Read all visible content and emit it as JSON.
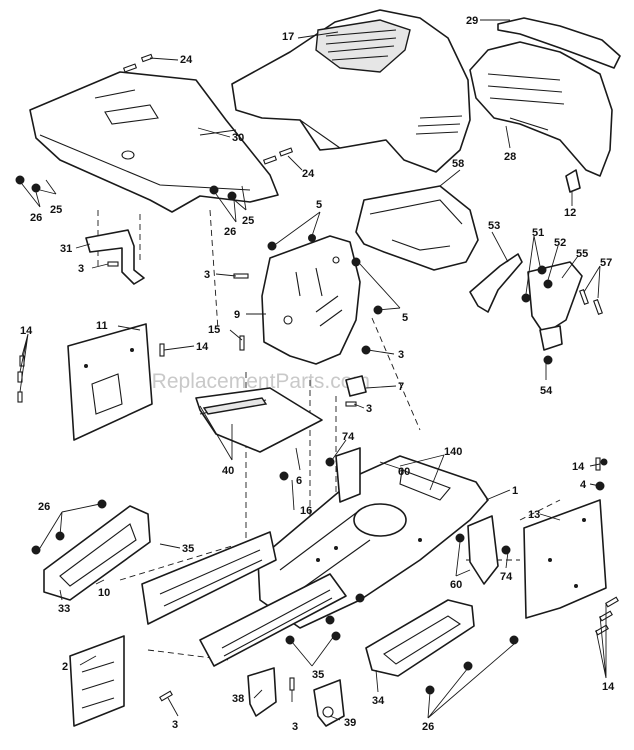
{
  "watermark": "eReplacementParts.com",
  "callouts": {
    "c24a": "24",
    "c30": "30",
    "c26a": "26",
    "c25a": "25",
    "c17": "17",
    "c29": "29",
    "c28": "28",
    "c24b": "24",
    "c26b": "26",
    "c25b": "25",
    "c31": "31",
    "c3a": "3",
    "c5a": "5",
    "c58": "58",
    "c12": "12",
    "c3b": "3",
    "c9": "9",
    "c53": "53",
    "c51": "51",
    "c52": "52",
    "c55": "55",
    "c57": "57",
    "c14a": "14",
    "c11": "11",
    "c15": "15",
    "c14b": "14",
    "c5b": "5",
    "c3c": "3",
    "c54": "54",
    "c7": "7",
    "c3d": "3",
    "c40": "40",
    "c6": "6",
    "c74a": "74",
    "c60a": "60",
    "c140": "140",
    "c1": "1",
    "c14c": "14",
    "c4": "4",
    "c16": "16",
    "c26c": "26",
    "c35a": "35",
    "c13": "13",
    "c33": "33",
    "c10": "10",
    "c60b": "60",
    "c74b": "74",
    "c2": "2",
    "c35b": "35",
    "c34": "34",
    "c14d": "14",
    "c38": "38",
    "c3e": "3",
    "c3f": "3",
    "c39": "39",
    "c26d": "26"
  }
}
